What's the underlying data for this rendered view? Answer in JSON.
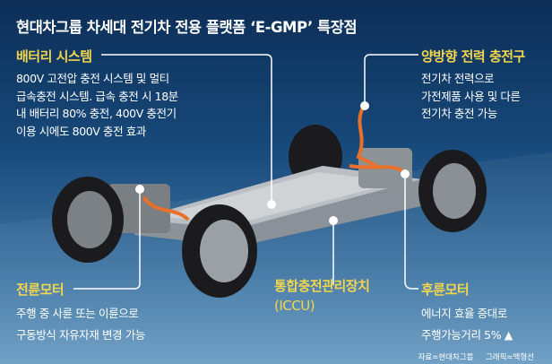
{
  "title": "현대차그룹 차세대 전기차 전용 플랫폼 ‘E-GMP’ 특장점",
  "callouts": {
    "battery": {
      "heading": "배터리 시스템",
      "lines": [
        "800V 고전압 충전 시스템 및 멀티",
        "급속충전 시스템. 급속 충전 시 18분",
        "내 배터리 80% 충전, 400V 충전기",
        "이용 시에도 800V 충전 효과"
      ]
    },
    "v2l": {
      "heading": "양방향 전력 충전구",
      "lines": [
        "전기차 전력으로",
        "가전제품 사용 및 다른",
        "전기차 충전 가능"
      ]
    },
    "front_motor": {
      "heading": "전륜모터",
      "lines": [
        "주행 중 사륜 또는 이륜으로",
        "구동방식 자유자재 변경 가능"
      ]
    },
    "iccu": {
      "heading": "통합충전관리장치",
      "sub": "(ICCU)"
    },
    "rear_motor": {
      "heading": "후륜모터",
      "lines": [
        "에너지 효율 증대로",
        "주행가능거리 5% ▲"
      ]
    }
  },
  "credits": {
    "source": "자료=현대차그룹",
    "graphic": "그래픽=백형선"
  },
  "colors": {
    "heading": "#f4d64e",
    "cable": "#e8702a"
  }
}
